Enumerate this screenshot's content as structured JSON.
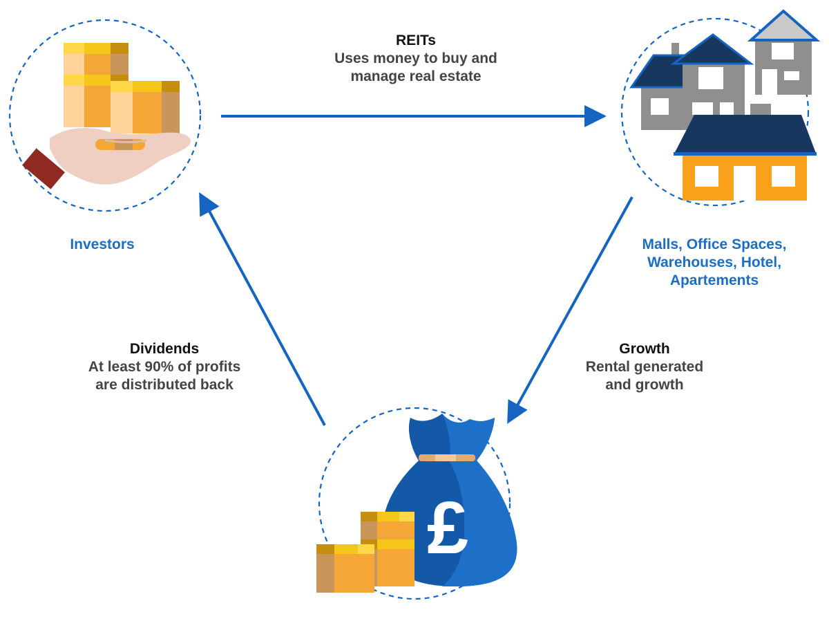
{
  "colors": {
    "accent": "#1565c0",
    "node_text": "#1b6ec2",
    "title_text": "#111111",
    "body_text": "#444444"
  },
  "nodes": {
    "investors": {
      "label": "Investors",
      "icon": "hand-holding-coins-icon"
    },
    "properties": {
      "label_lines": [
        "Malls, Office Spaces,",
        "Warehouses, Hotel,",
        "Apartements"
      ],
      "icon": "houses-icon"
    },
    "money": {
      "icon": "money-bag-pound-icon",
      "symbol": "£"
    }
  },
  "flows": {
    "reits": {
      "title": "REITs",
      "lines": [
        "Uses money to buy and",
        "manage real estate"
      ]
    },
    "growth": {
      "title": "Growth",
      "lines": [
        "Rental generated",
        "and growth"
      ]
    },
    "dividends": {
      "title": "Dividends",
      "lines": [
        "At least 90% of profits",
        "are distributed back"
      ]
    }
  }
}
